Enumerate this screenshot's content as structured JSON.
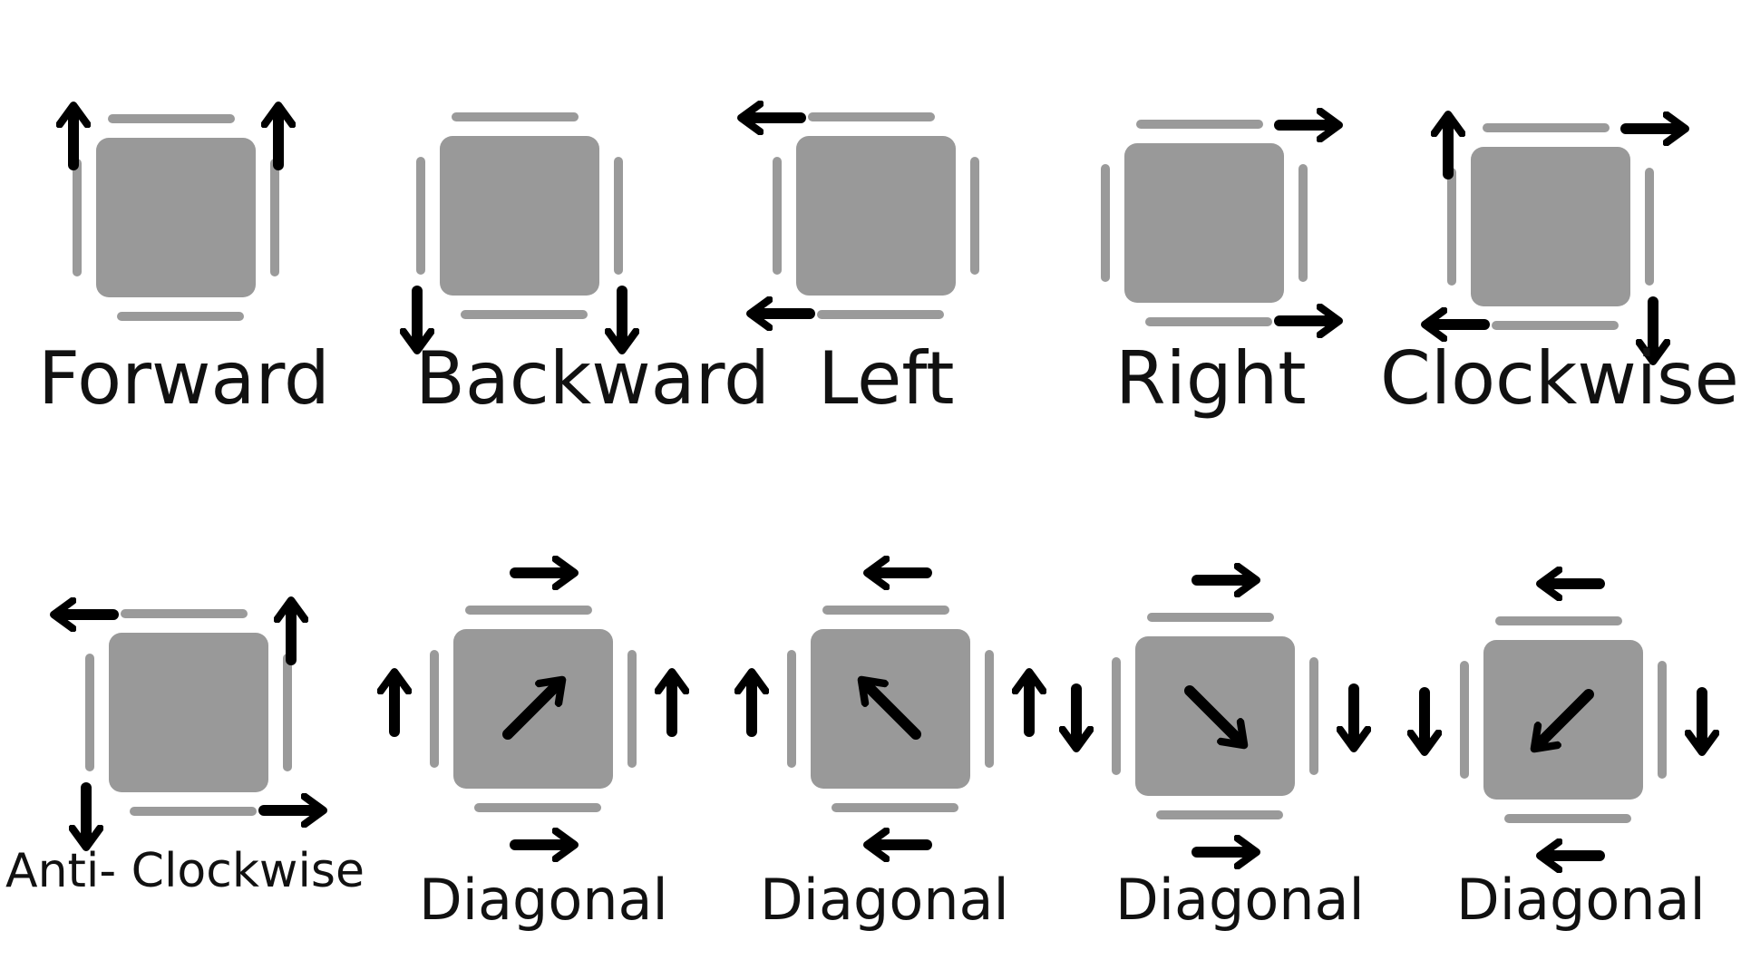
{
  "colors": {
    "body": "#999999",
    "roller": "#9a9a9a",
    "arrow": "#000000",
    "text": "#111111",
    "background": "#ffffff"
  },
  "movements": [
    {
      "id": "forward",
      "label": "Forward",
      "wheel_arrows": [
        "up-left",
        "up-right"
      ],
      "side_arrows": [],
      "center_arrow": ""
    },
    {
      "id": "backward",
      "label": "Backward",
      "wheel_arrows": [
        "down-bottom-left",
        "down-bottom-right"
      ],
      "side_arrows": [],
      "center_arrow": ""
    },
    {
      "id": "left",
      "label": "Left",
      "wheel_arrows": [
        "left-top",
        "left-bottom"
      ],
      "side_arrows": [],
      "center_arrow": ""
    },
    {
      "id": "right",
      "label": "Right",
      "wheel_arrows": [
        "right-top",
        "right-bottom"
      ],
      "side_arrows": [],
      "center_arrow": ""
    },
    {
      "id": "clockwise",
      "label": "Clockwise",
      "wheel_arrows": [
        "up-left",
        "right-top",
        "down-bottom-right",
        "left-bottom"
      ],
      "side_arrows": [],
      "center_arrow": ""
    },
    {
      "id": "anti-clockwise",
      "label": "Anti- Clockwise",
      "wheel_arrows": [
        "left-top",
        "up-right",
        "right-bottom",
        "down-bottom-left"
      ],
      "side_arrows": [],
      "center_arrow": ""
    },
    {
      "id": "diagonal-up-right",
      "label": "Diagonal",
      "wheel_arrows": [],
      "side_arrows": [
        "right-top",
        "right-bottom",
        "up-left",
        "up-right"
      ],
      "center_arrow": "up-right"
    },
    {
      "id": "diagonal-up-left",
      "label": "Diagonal",
      "wheel_arrows": [],
      "side_arrows": [
        "left-top",
        "left-bottom",
        "up-left",
        "up-right"
      ],
      "center_arrow": "up-left"
    },
    {
      "id": "diagonal-down-right",
      "label": "Diagonal",
      "wheel_arrows": [],
      "side_arrows": [
        "right-top",
        "right-bottom",
        "down-left",
        "down-right"
      ],
      "center_arrow": "down-right"
    },
    {
      "id": "diagonal-down-left",
      "label": "Diagonal",
      "wheel_arrows": [],
      "side_arrows": [
        "left-top",
        "left-bottom",
        "down-left",
        "down-right"
      ],
      "center_arrow": "down-left"
    }
  ]
}
